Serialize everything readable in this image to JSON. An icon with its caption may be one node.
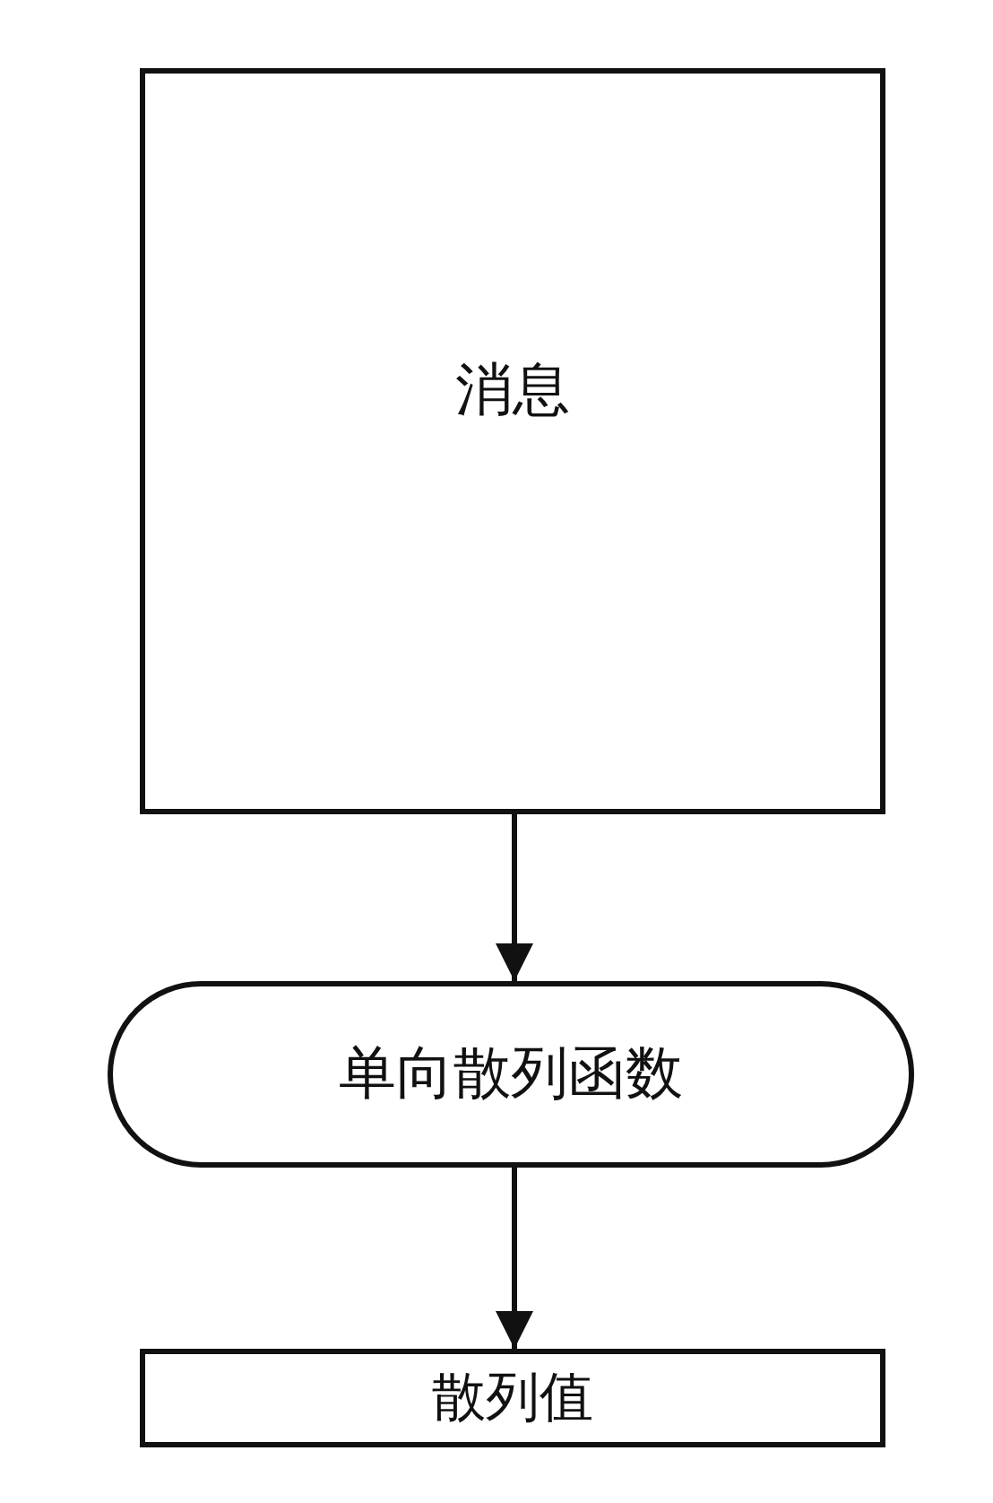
{
  "diagram": {
    "nodes": [
      {
        "text": [
          "消息"
        ]
      },
      {
        "text": [
          "单向散列函数"
        ]
      },
      {
        "text": [
          "散列值"
        ]
      }
    ],
    "edges": [
      {
        "from": 0,
        "to": 1,
        "arrow": "to"
      },
      {
        "from": 1,
        "to": 2,
        "arrow": "to"
      }
    ]
  }
}
